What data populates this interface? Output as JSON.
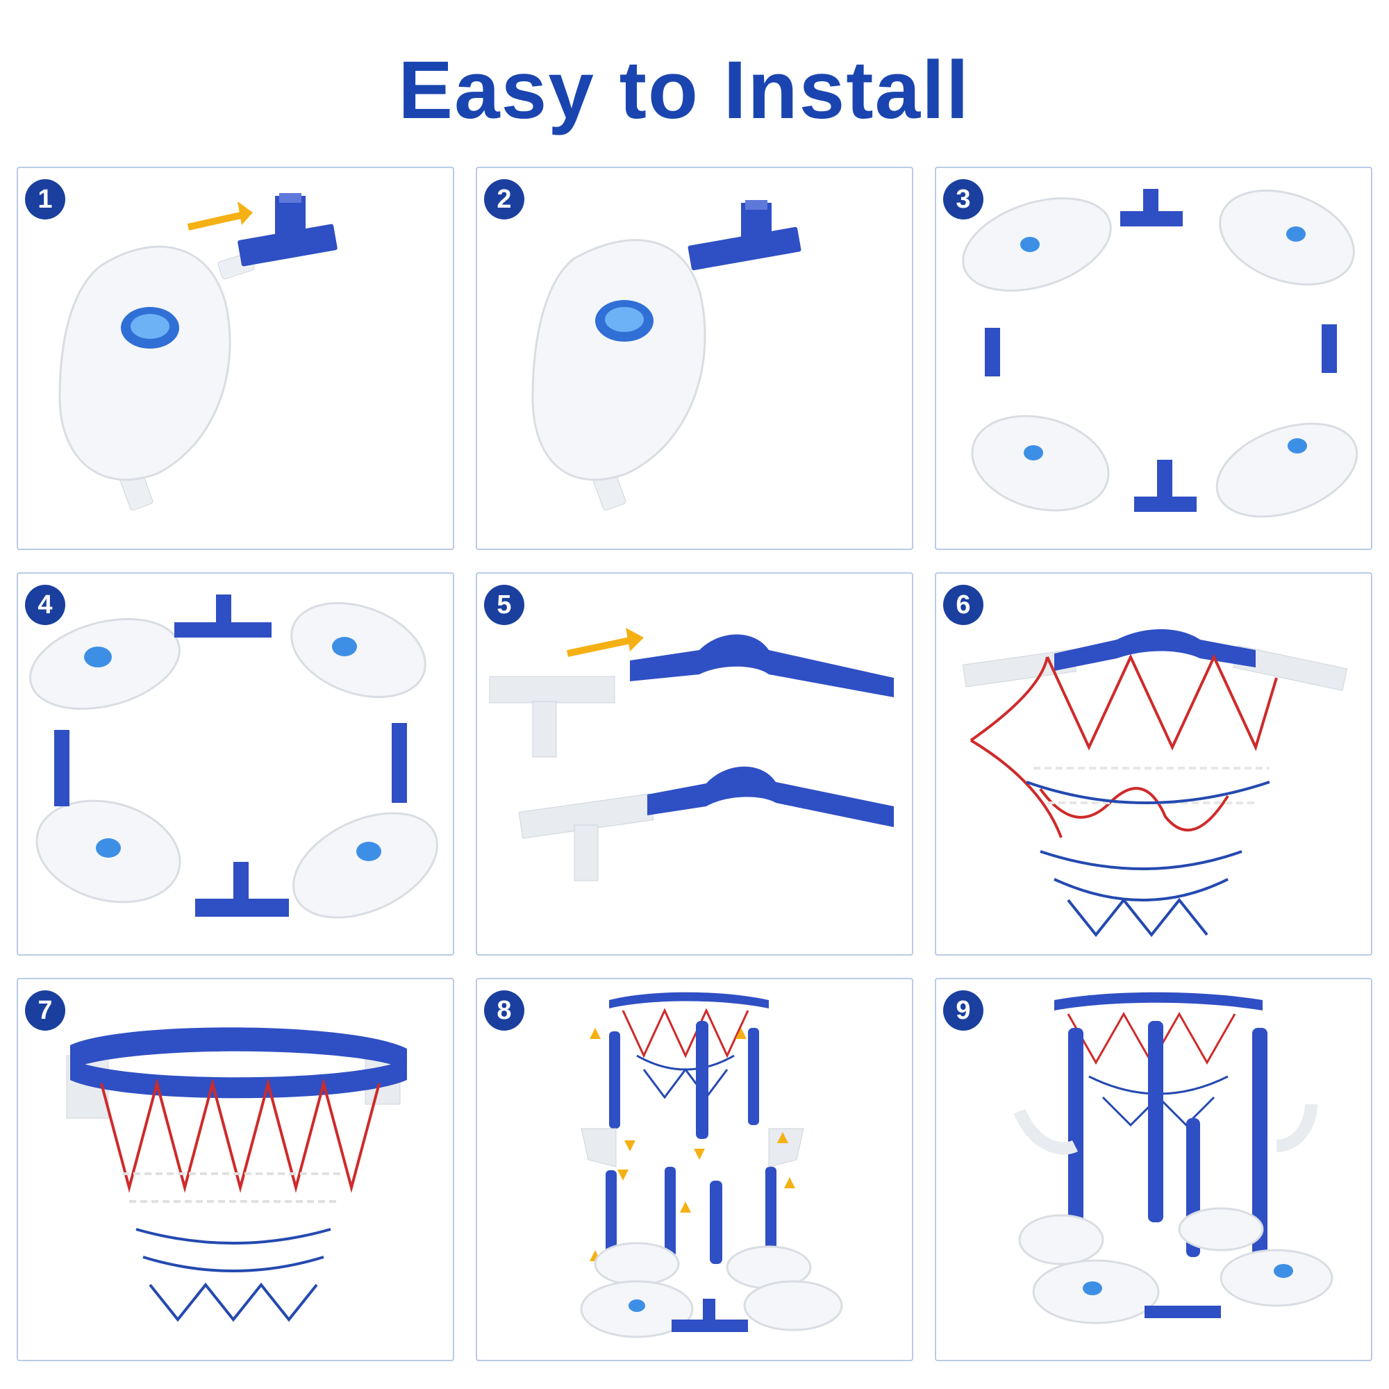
{
  "title": "Easy to Install",
  "steps": [
    {
      "number": "1"
    },
    {
      "number": "2"
    },
    {
      "number": "3"
    },
    {
      "number": "4"
    },
    {
      "number": "5"
    },
    {
      "number": "6"
    },
    {
      "number": "7"
    },
    {
      "number": "8"
    },
    {
      "number": "9"
    }
  ],
  "colors": {
    "title": "#1a45b0",
    "badge": "#1a3f9e",
    "panel_border": "#b9cbe6",
    "part_blue": "#2f4fc4",
    "base_white": "#f4f6f9",
    "cap_blue": "#3d8fe6",
    "arrow": "#f5b014",
    "net_red": "#cf2a2a",
    "net_blue": "#2449b0"
  }
}
